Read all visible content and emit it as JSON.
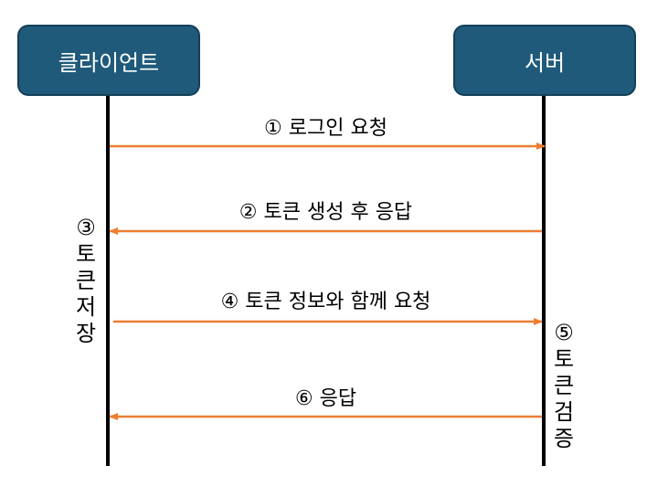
{
  "actors": {
    "client": "클라이언트",
    "server": "서버"
  },
  "messages": [
    {
      "text": "① 로그인 요청",
      "direction": "client-to-server"
    },
    {
      "text": "② 토큰 생성 후 응답",
      "direction": "server-to-client"
    },
    {
      "text": "④ 토큰 정보와 함께 요청",
      "direction": "client-to-server"
    },
    {
      "text": "⑥ 응답",
      "direction": "server-to-client"
    }
  ],
  "notes": {
    "client_note": "③\n토\n큰\n저\n장",
    "server_note": "⑤\n토\n큰\n검\n증"
  },
  "colors": {
    "actor_fill": "#1f5a7a",
    "actor_border": "#153f58",
    "arrow": "#ed7d31",
    "lifeline": "#000000"
  }
}
